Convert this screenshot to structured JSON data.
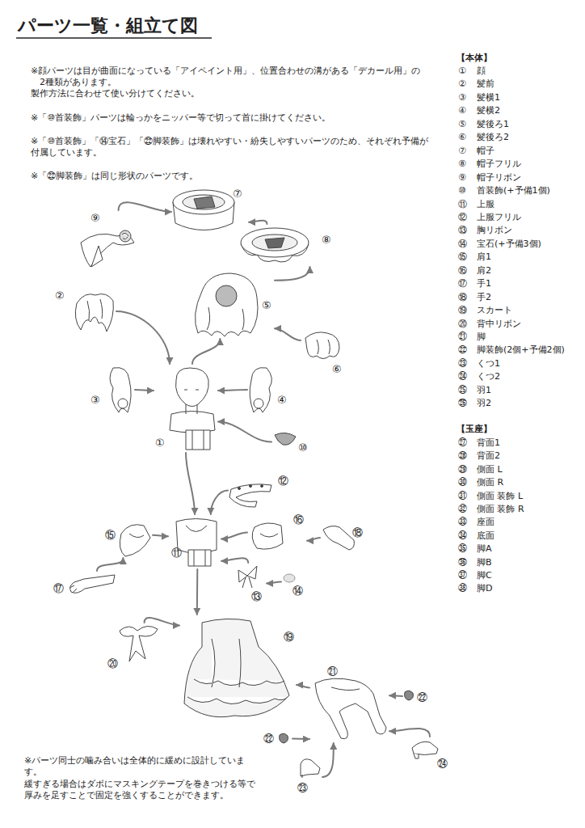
{
  "diagram": {
    "title": "パーツ一覧・組立て図",
    "nodes": [
      {
        "text": [
          "⑦"
        ]
      },
      {
        "text": [
          "⑨"
        ]
      },
      {
        "text": [
          "⑧"
        ]
      },
      {
        "text": [
          "②"
        ]
      },
      {
        "text": [
          "⑤"
        ]
      },
      {
        "text": [
          "③"
        ]
      },
      {
        "text": [
          "④"
        ]
      },
      {
        "text": [
          "⑥"
        ]
      },
      {
        "text": [
          "①"
        ]
      },
      {
        "text": [
          "⑩"
        ]
      },
      {
        "text": [
          "⑫"
        ]
      },
      {
        "text": [
          "⑮"
        ]
      },
      {
        "text": [
          "⑯"
        ]
      },
      {
        "text": [
          "⑪"
        ]
      },
      {
        "text": [
          "⑱"
        ]
      },
      {
        "text": [
          "⑰"
        ]
      },
      {
        "text": [
          "⑬"
        ]
      },
      {
        "text": [
          "⑭"
        ]
      },
      {
        "text": [
          "⑳"
        ]
      },
      {
        "text": [
          "⑲"
        ]
      },
      {
        "text": [
          "㉑"
        ]
      },
      {
        "text": [
          "㉒"
        ]
      },
      {
        "text": [
          "㉒"
        ]
      },
      {
        "text": [
          "㉔"
        ]
      },
      {
        "text": [
          "㉓"
        ]
      }
    ],
    "edges": [
      {
        "from": 1,
        "to": 0,
        "arrow": "to"
      },
      {
        "from": 2,
        "to": 0,
        "arrow": "to"
      },
      {
        "from": 4,
        "to": 2,
        "arrow": "to"
      },
      {
        "from": 8,
        "to": 4,
        "arrow": "to"
      },
      {
        "from": 7,
        "to": 4,
        "arrow": "to"
      },
      {
        "from": 3,
        "to": 8,
        "arrow": "to"
      },
      {
        "from": 5,
        "to": 8,
        "arrow": "to"
      },
      {
        "from": 6,
        "to": 8,
        "arrow": "to"
      },
      {
        "from": 9,
        "to": 8,
        "arrow": "to"
      },
      {
        "from": 8,
        "to": 13,
        "arrow": "to"
      },
      {
        "from": 10,
        "to": 13,
        "arrow": "to"
      },
      {
        "from": 12,
        "to": 13,
        "arrow": "to"
      },
      {
        "from": 14,
        "to": 12,
        "arrow": "to"
      },
      {
        "from": 11,
        "to": 13,
        "arrow": "to"
      },
      {
        "from": 15,
        "to": 11,
        "arrow": "to"
      },
      {
        "from": 17,
        "to": 16,
        "arrow": "to"
      },
      {
        "from": 16,
        "to": 13,
        "arrow": "to"
      },
      {
        "from": 13,
        "to": 19,
        "arrow": "to"
      },
      {
        "from": 18,
        "to": 19,
        "arrow": "to"
      },
      {
        "from": 20,
        "to": 19,
        "arrow": "to"
      },
      {
        "from": 21,
        "to": 20,
        "arrow": "to"
      },
      {
        "from": 22,
        "to": 20,
        "arrow": "to"
      },
      {
        "from": 23,
        "to": 20,
        "arrow": "to"
      },
      {
        "from": 24,
        "to": 20,
        "arrow": "to"
      }
    ],
    "labels": [
      "※顔パーツは目が曲面になっている「アイペイント用」、位置合わせの溝がある「デカール用」の2種類があります。",
      "製作方法に合わせて使い分けてください。",
      "※「⑩首装飾」パーツは輪っかをニッパー等で切って首に掛けてください。",
      "※「⑩首装飾」「⑭宝石」「㉒脚装飾」は壊れやすい・紛失しやすいパーツのため、それぞれ予備が付属しています。",
      "※「㉒脚装飾」は同じ形状のパーツです。",
      "【本体】",
      "①",
      "顔",
      "②",
      "髪前",
      "③",
      "髪横1",
      "④",
      "髪横2",
      "⑤",
      "髪後ろ1",
      "⑥",
      "髪後ろ2",
      "⑦",
      "帽子",
      "⑧",
      "帽子フリル",
      "⑨",
      "帽子リボン",
      "⑩",
      "首装飾(+予備1個)",
      "⑪",
      "上服",
      "⑫",
      "上服フリル",
      "⑬",
      "胸リボン",
      "⑭",
      "宝石(+予備3個)",
      "⑮",
      "肩1",
      "⑯",
      "肩2",
      "⑰",
      "手1",
      "⑱",
      "手2",
      "⑲",
      "スカート",
      "⑳",
      "背中リボン",
      "㉑",
      "脚",
      "㉒",
      "脚装飾(2個+予備2個)",
      "㉓",
      "くつ1",
      "㉔",
      "くつ2",
      "㉕",
      "羽1",
      "㉖",
      "羽2",
      "【玉座】",
      "㉗",
      "背面1",
      "㉘",
      "背面2",
      "㉙",
      "側面 L",
      "㉚",
      "側面 R",
      "㉛",
      "側面 装飾 L",
      "㉜",
      "側面 装飾 R",
      "㉝",
      "座面",
      "㉞",
      "底面",
      "㉟",
      "脚A",
      "㊱",
      "脚B",
      "㊲",
      "脚C",
      "㊳",
      "脚D",
      "※パーツ同士の噛み合いは全体的に緩めに設計しています。",
      "緩すぎる場合はダボにマスキングテープを巻きつける等で厚みを足すことで固定を強くすることができます。"
    ]
  }
}
